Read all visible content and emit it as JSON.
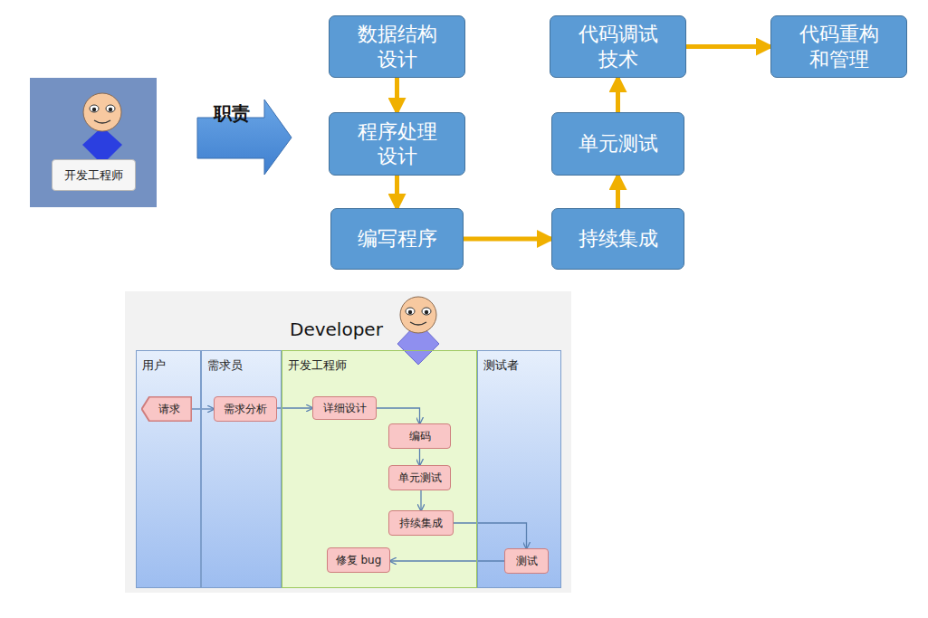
{
  "diagram": {
    "nodes": [
      {
        "text": [
          "开发工程师"
        ]
      },
      {
        "text": [
          "数据结构设计"
        ]
      },
      {
        "text": [
          "程序处理设计"
        ]
      },
      {
        "text": [
          "编写程序"
        ]
      },
      {
        "text": [
          "持续集成"
        ]
      },
      {
        "text": [
          "单元测试"
        ]
      },
      {
        "text": [
          "代码调试技术"
        ]
      },
      {
        "text": [
          "代码重构和管理"
        ]
      },
      {
        "text": [
          "用户"
        ]
      },
      {
        "text": [
          "需求员"
        ]
      },
      {
        "text": [
          "开发工程师"
        ]
      },
      {
        "text": [
          "测试者"
        ]
      },
      {
        "text": [
          "请求"
        ],
        "in": 8
      },
      {
        "text": [
          "需求分析"
        ],
        "in": 9
      },
      {
        "text": [
          "详细设计"
        ],
        "in": 10
      },
      {
        "text": [
          "编码"
        ],
        "in": 10
      },
      {
        "text": [
          "单元测试"
        ],
        "in": 10
      },
      {
        "text": [
          "持续集成"
        ],
        "in": 10
      },
      {
        "text": [
          "修复 bug"
        ],
        "in": 10
      },
      {
        "text": [
          "测试"
        ],
        "in": 11
      }
    ],
    "edges": [
      {
        "from": 1,
        "to": 2,
        "arrow": "to"
      },
      {
        "from": 2,
        "to": 3,
        "arrow": "to"
      },
      {
        "from": 3,
        "to": 4,
        "arrow": "to"
      },
      {
        "from": 4,
        "to": 5,
        "arrow": "to"
      },
      {
        "from": 5,
        "to": 6,
        "arrow": "to"
      },
      {
        "from": 6,
        "to": 7,
        "arrow": "to"
      },
      {
        "from": 12,
        "to": 13,
        "arrow": "to"
      },
      {
        "from": 13,
        "to": 14,
        "arrow": "to"
      },
      {
        "from": 14,
        "to": 15,
        "arrow": "to"
      },
      {
        "from": 15,
        "to": 16,
        "arrow": "to"
      },
      {
        "from": 16,
        "to": 17,
        "arrow": "to"
      },
      {
        "from": 17,
        "to": 19,
        "arrow": "to"
      },
      {
        "from": 19,
        "to": 18,
        "arrow": "to"
      }
    ],
    "labels": [
      "职责",
      "Developer"
    ]
  }
}
